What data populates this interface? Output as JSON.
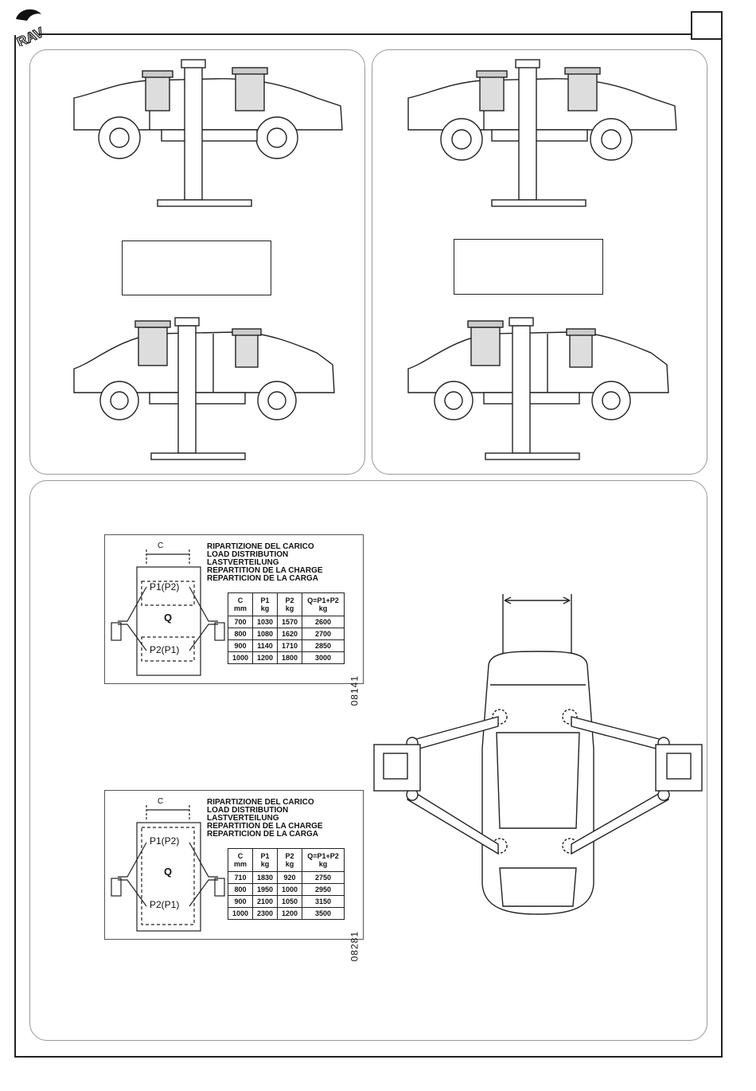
{
  "header": {
    "brand_logo_text": "RAV"
  },
  "labels": [
    {
      "dimension_label": "C",
      "title_lines": [
        "RIPARTIZIONE DEL CARICO",
        "LOAD DISTRIBUTION",
        "LASTVERTEILUNG",
        "REPARTITION DE LA CHARGE",
        "REPARTICION DE LA CARGA"
      ],
      "pad_front": "P1(P2)",
      "pad_rear": "P2(P1)",
      "center": "Q",
      "columns": [
        "C\nmm",
        "P1\nkg",
        "P2\nkg",
        "Q=P1+P2\nkg"
      ],
      "rows": [
        [
          "700",
          "1030",
          "1570",
          "2600"
        ],
        [
          "800",
          "1080",
          "1620",
          "2700"
        ],
        [
          "900",
          "1140",
          "1710",
          "2850"
        ],
        [
          "1000",
          "1200",
          "1800",
          "3000"
        ]
      ],
      "code": "08141"
    },
    {
      "dimension_label": "C",
      "title_lines": [
        "RIPARTIZIONE DEL CARICO",
        "LOAD DISTRIBUTION",
        "LASTVERTEILUNG",
        "REPARTITION DE LA CHARGE",
        "REPARTICION DE LA CARGA"
      ],
      "pad_front": "P1(P2)",
      "pad_rear": "P2(P1)",
      "center": "Q",
      "columns": [
        "C\nmm",
        "P1\nkg",
        "P2\nkg",
        "Q=P1+P2\nkg"
      ],
      "rows": [
        [
          "710",
          "1830",
          "920",
          "2750"
        ],
        [
          "800",
          "1950",
          "1000",
          "2950"
        ],
        [
          "900",
          "2100",
          "1050",
          "3150"
        ],
        [
          "1000",
          "2300",
          "1200",
          "3500"
        ]
      ],
      "code": "08281"
    }
  ]
}
